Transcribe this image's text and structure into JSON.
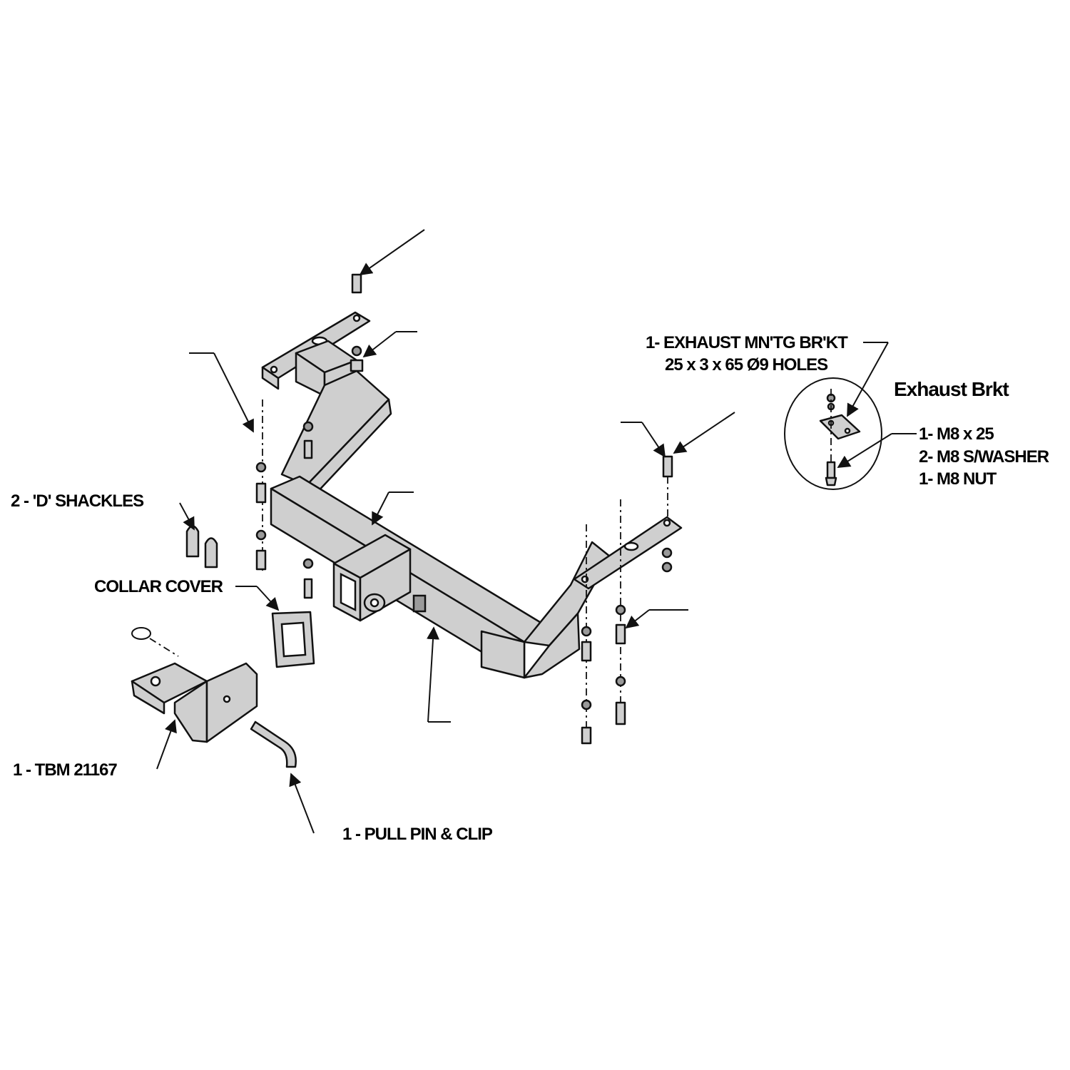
{
  "labels": {
    "exhaust_bracket_part": "1- EXHAUST MN'TG BR'KT",
    "exhaust_bracket_dims": "25 x 3 x 65 Ø9 HOLES",
    "exhaust_detail_title": "Exhaust Brkt",
    "exhaust_bolt": "1- M8 x 25",
    "exhaust_washer": "2- M8 S/WASHER",
    "exhaust_nut": "1- M8 NUT",
    "d_shackles": "2 - 'D' SHACKLES",
    "collar_cover": "COLLAR COVER",
    "tow_ball_mount": "1 - TBM 21167",
    "pull_pin": "1 - PULL PIN & CLIP"
  }
}
